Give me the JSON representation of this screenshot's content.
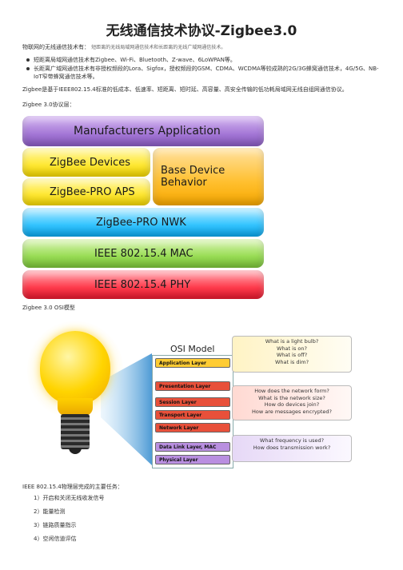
{
  "doc": {
    "title": "无线通信技术协议-Zigbee3.0",
    "intro_main": "物联网的无线通信技术有：",
    "intro_small": "短距离的无线局域网通信技术和长距离的无线广域网通信技术。",
    "bullets": [
      "短距离局域网通信技术有Zigbee、Wi-Fi、Bluetooth、Z-wave、6LoWPAN等。",
      "长距离广域网通信技术有非授权频段的Lora、Sigfox，授权频段的GSM、CDMA、WCDMA等较成熟的2G/3G蜂窝通信技术，4G/5G、NB-IoT窄带蜂窝通信技术等。"
    ],
    "para_zigbee": "Zigbee是基于IEEE802.15.4标准的低成本、低速率、短距离、短时延、高容量、高安全传输的低功耗局域网无线自组网通信协议。",
    "stack_caption": "Zigbee 3.0协议层：",
    "stack": {
      "manufacturers": "Manufacturers Application",
      "zigbee_devices": "ZigBee Devices",
      "base_device": "Base Device Behavior",
      "pro_aps": "ZigBee-PRO APS",
      "pro_nwk": "ZigBee-PRO NWK",
      "mac": "IEEE 802.15.4 MAC",
      "phy": "IEEE 802.15.4 PHY"
    },
    "osi_caption": "Zigbee 3.0 OSI模型",
    "osi": {
      "title": "OSI Model",
      "layers": {
        "application": "Application Layer",
        "presentation": "Presentation Layer",
        "session": "Session Layer",
        "transport": "Transport Layer",
        "network": "Network Layer",
        "datalink": "Data Link Layer, MAC",
        "physical": "Physical Layer"
      },
      "callout1": [
        "What is a light bulb?",
        "What is on?",
        "What is off?",
        "What is dim?"
      ],
      "callout2": [
        "How does the network form?",
        "What is the network size?",
        "How do devices join?",
        "How are messages encrypted?"
      ],
      "callout3": [
        "What frequency is used?",
        "How does transmission work?"
      ]
    },
    "ieee_title": "IEEE 802.15.4物理层完成的主要任务：",
    "tasks": [
      "1）开启和关闭无线收发信号",
      "2）能量检测",
      "3）链路质量指示",
      "4）空闲信道评估"
    ]
  }
}
